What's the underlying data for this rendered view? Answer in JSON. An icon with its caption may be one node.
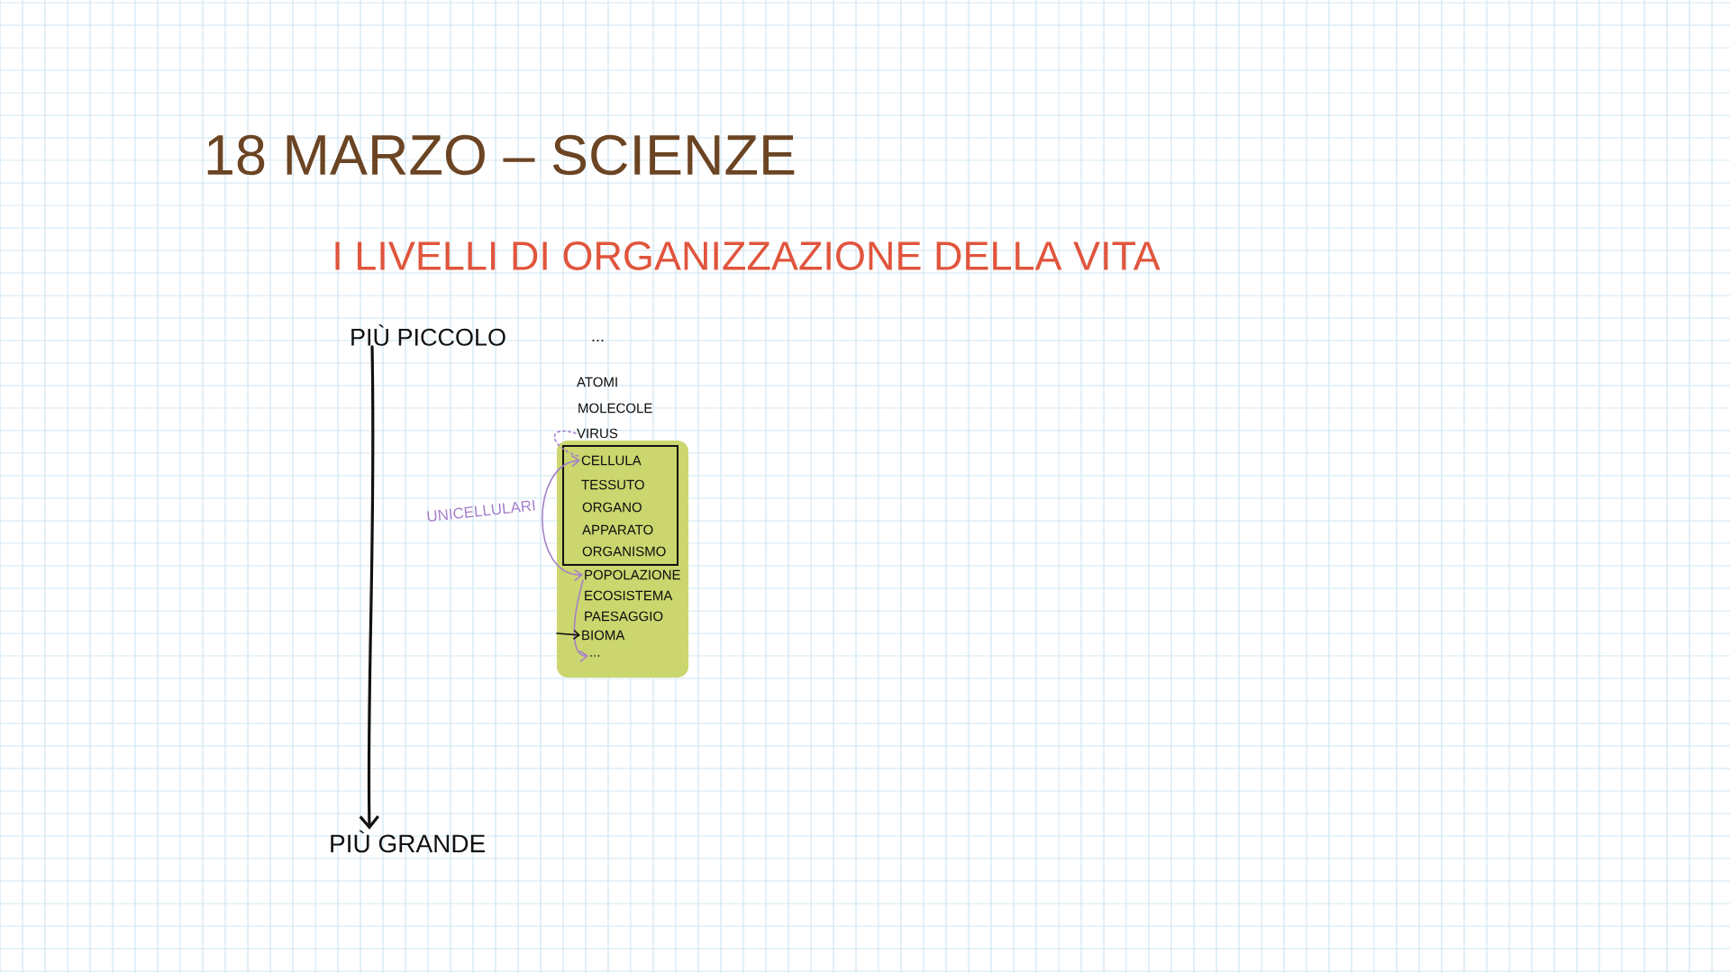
{
  "diagram": {
    "title": "18 MARZO – SCIENZE",
    "nodes": [
      {
        "text": [
          "PIÙ PICCOLO"
        ]
      },
      {
        "text": [
          "..."
        ]
      },
      {
        "text": [
          "ATOMI"
        ]
      },
      {
        "text": [
          "MOLECOLE"
        ]
      },
      {
        "text": [
          "VIRUS"
        ]
      },
      {
        "text": [],
        "shape": "band"
      },
      {
        "text": [],
        "shape": "box",
        "in": 5
      },
      {
        "text": [
          "CELLULA"
        ],
        "in": 6
      },
      {
        "text": [
          "TESSUTO"
        ],
        "in": 6
      },
      {
        "text": [
          "ORGANO"
        ],
        "in": 6
      },
      {
        "text": [
          "APPARATO"
        ],
        "in": 6
      },
      {
        "text": [
          "ORGANISMO"
        ],
        "in": 6
      },
      {
        "text": [
          "POPOLAZIONE"
        ],
        "in": 5
      },
      {
        "text": [
          "ECOSISTEMA"
        ],
        "in": 5
      },
      {
        "text": [
          "PAESAGGIO"
        ],
        "in": 5
      },
      {
        "text": [
          "BIOMA"
        ],
        "in": 5
      },
      {
        "text": [
          "..."
        ],
        "in": 5
      },
      {
        "text": [
          "PIÙ GRANDE"
        ]
      }
    ],
    "edges": [
      {
        "from": 0,
        "to": 17,
        "arrow": "to",
        "color": "#111111"
      },
      {
        "from": 4,
        "to": 7,
        "arrow": "none",
        "style": "dashed",
        "color": "#a57fc8"
      },
      {
        "from": 7,
        "to": 12,
        "arrow": "both",
        "label": "UNICELLULARI",
        "color": "#a57fc8"
      },
      {
        "from": 12,
        "to": 16,
        "arrow": "to",
        "color": "#a57fc8"
      },
      {
        "from": null,
        "to": 15,
        "arrow": "to",
        "color": "#111111"
      }
    ],
    "labels": [
      "I LIVELLI DI ORGANIZZAZIONE DELLA VITA"
    ]
  }
}
